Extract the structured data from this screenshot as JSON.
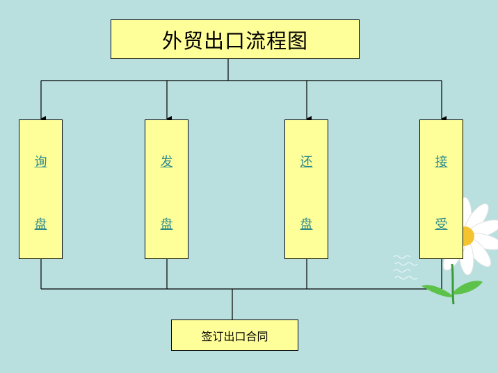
{
  "title": "外贸出口流程图",
  "columns": [
    {
      "top": "询",
      "bottom": "盘"
    },
    {
      "top": "发",
      "bottom": "盘"
    },
    {
      "top": "还",
      "bottom": "盘"
    },
    {
      "top": "接",
      "bottom": "受"
    }
  ],
  "bottom_box": "签订出口合同",
  "colors": {
    "background": "#b9dfdf",
    "box_fill": "#ffff99",
    "link": "#2e8a8a",
    "line": "#000000"
  }
}
